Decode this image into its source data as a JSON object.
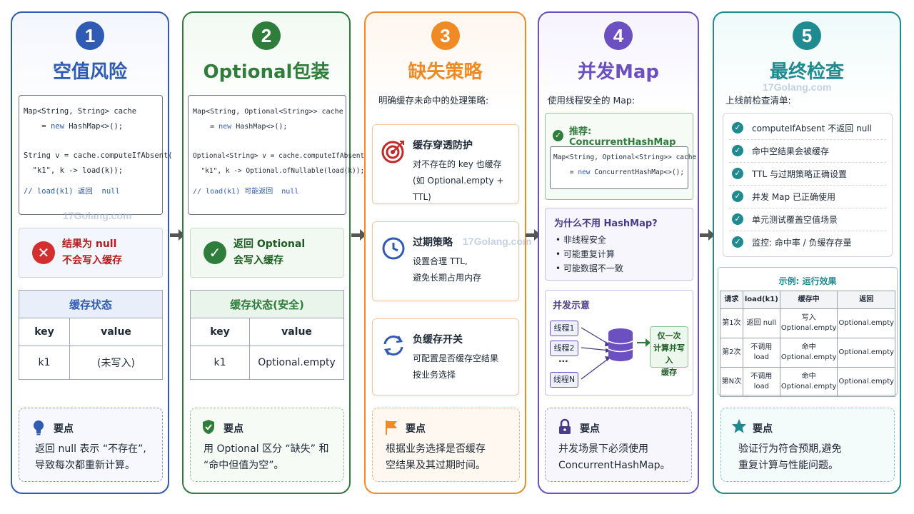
{
  "colors": {
    "blue": "#2f5bb4",
    "green": "#2e7d3a",
    "orange": "#f08a24",
    "purple": "#6c4fc0",
    "teal": "#1f8a8f",
    "red": "#d32f2f"
  },
  "watermark": "17Golang.com",
  "columns": [
    {
      "number": "1",
      "title": "空值风险",
      "code": {
        "l1": "Map<String, String> cache",
        "l2a": "    = ",
        "l2b": "new",
        "l2c": " HashMap<>();",
        "l3": "String v = cache.computeIfAbsent(",
        "l4": "  \"k1\", k -> load(k));",
        "l5": "// load(k1) 返回  null"
      },
      "status": {
        "icon": "close-icon",
        "line1": "结果为 null",
        "line2": "不会写入缓存"
      },
      "table": {
        "title": "缓存状态",
        "headers": [
          "key",
          "value"
        ],
        "row": [
          "k1",
          "(未写入)"
        ]
      },
      "key": {
        "icon": "lightbulb-icon",
        "heading": "要点",
        "line1": "返回 null 表示 “不存在”,",
        "line2": "导致每次都重新计算。"
      }
    },
    {
      "number": "2",
      "title": "Optional包装",
      "code": {
        "l1": "Map<String, Optional<String>> cache",
        "l2a": "    = ",
        "l2b": "new",
        "l2c": " HashMap<>();",
        "l3": "Optional<String> v = cache.computeIfAbsent(",
        "l4": "  \"k1\", k -> Optional.ofNullable(load(k));",
        "l5": "// load(k1) 可能返回  null"
      },
      "status": {
        "icon": "check-icon",
        "line1": "返回 Optional",
        "line2": "会写入缓存"
      },
      "table": {
        "title": "缓存状态(安全)",
        "headers": [
          "key",
          "value"
        ],
        "row": [
          "k1",
          "Optional.empty"
        ]
      },
      "key": {
        "icon": "shield-icon",
        "heading": "要点",
        "line1": "用 Optional 区分 “缺失” 和",
        "line2": "“命中但值为空”。"
      }
    },
    {
      "number": "3",
      "title": "缺失策略",
      "intro": "明确缓存未命中的处理策略:",
      "cards": [
        {
          "icon": "target-icon",
          "heading": "缓存穿透防护",
          "line1": "对不存在的 key 也缓存",
          "line2": "(如 Optional.empty + TTL)"
        },
        {
          "icon": "clock-icon",
          "heading": "过期策略",
          "line1": "设置合理 TTL,",
          "line2": "避免长期占用内存"
        },
        {
          "icon": "refresh-icon",
          "heading": "负缓存开关",
          "line1": "可配置是否缓存空结果",
          "line2": "按业务选择"
        }
      ],
      "key": {
        "icon": "flag-icon",
        "heading": "要点",
        "line1": "根据业务选择是否缓存",
        "line2": "空结果及其过期时间。"
      }
    },
    {
      "number": "4",
      "title": "并发Map",
      "intro": "使用线程安全的 Map:",
      "recommend": {
        "label": "推荐: ConcurrentHashMap",
        "code1": "Map<String, Optional<String>> cache",
        "code2a": "    = ",
        "code2b": "new",
        "code2c": " ConcurrentHashMap<>();"
      },
      "why": {
        "heading": "为什么不用 HashMap?",
        "items": [
          "非线程安全",
          "可能重复计算",
          "可能数据不一致"
        ]
      },
      "demo": {
        "heading": "并发示意",
        "threads": [
          "线程1",
          "线程2",
          "线程N"
        ],
        "dots": "···",
        "result_line1": "仅一次",
        "result_line2": "计算并写入",
        "result_line3": "缓存"
      },
      "key": {
        "icon": "lock-icon",
        "heading": "要点",
        "line1": "并发场景下必须使用",
        "line2": "ConcurrentHashMap。"
      }
    },
    {
      "number": "5",
      "title": "最终检查",
      "intro": "上线前检查清单:",
      "checklist": [
        "computeIfAbsent 不返回 null",
        "命中空结果会被缓存",
        "TTL 与过期策略正确设置",
        "并发 Map 已正确使用",
        "单元测试覆盖空值场景",
        "监控: 命中率 / 负缓存存量"
      ],
      "example": {
        "title": "示例: 运行效果",
        "headers": [
          "请求",
          "load(k1)",
          "缓存中",
          "返回"
        ],
        "rows": [
          {
            "c1": "第1次",
            "c2": "返回 null",
            "c3a": "写入",
            "c3b": "Optional.empty",
            "c4": "Optional.empty"
          },
          {
            "c1": "第2次",
            "c2a": "不调用",
            "c2b": "load",
            "c3a": "命中",
            "c3b": "Optional.empty",
            "c4": "Optional.empty"
          },
          {
            "c1": "第N次",
            "c2a": "不调用",
            "c2b": "load",
            "c3a": "命中",
            "c3b": "Optional.empty",
            "c4": "Optional.empty"
          }
        ]
      },
      "key": {
        "icon": "star-icon",
        "heading": "要点",
        "line1": "验证行为符合预期,避免",
        "line2": "重复计算与性能问题。"
      }
    }
  ]
}
